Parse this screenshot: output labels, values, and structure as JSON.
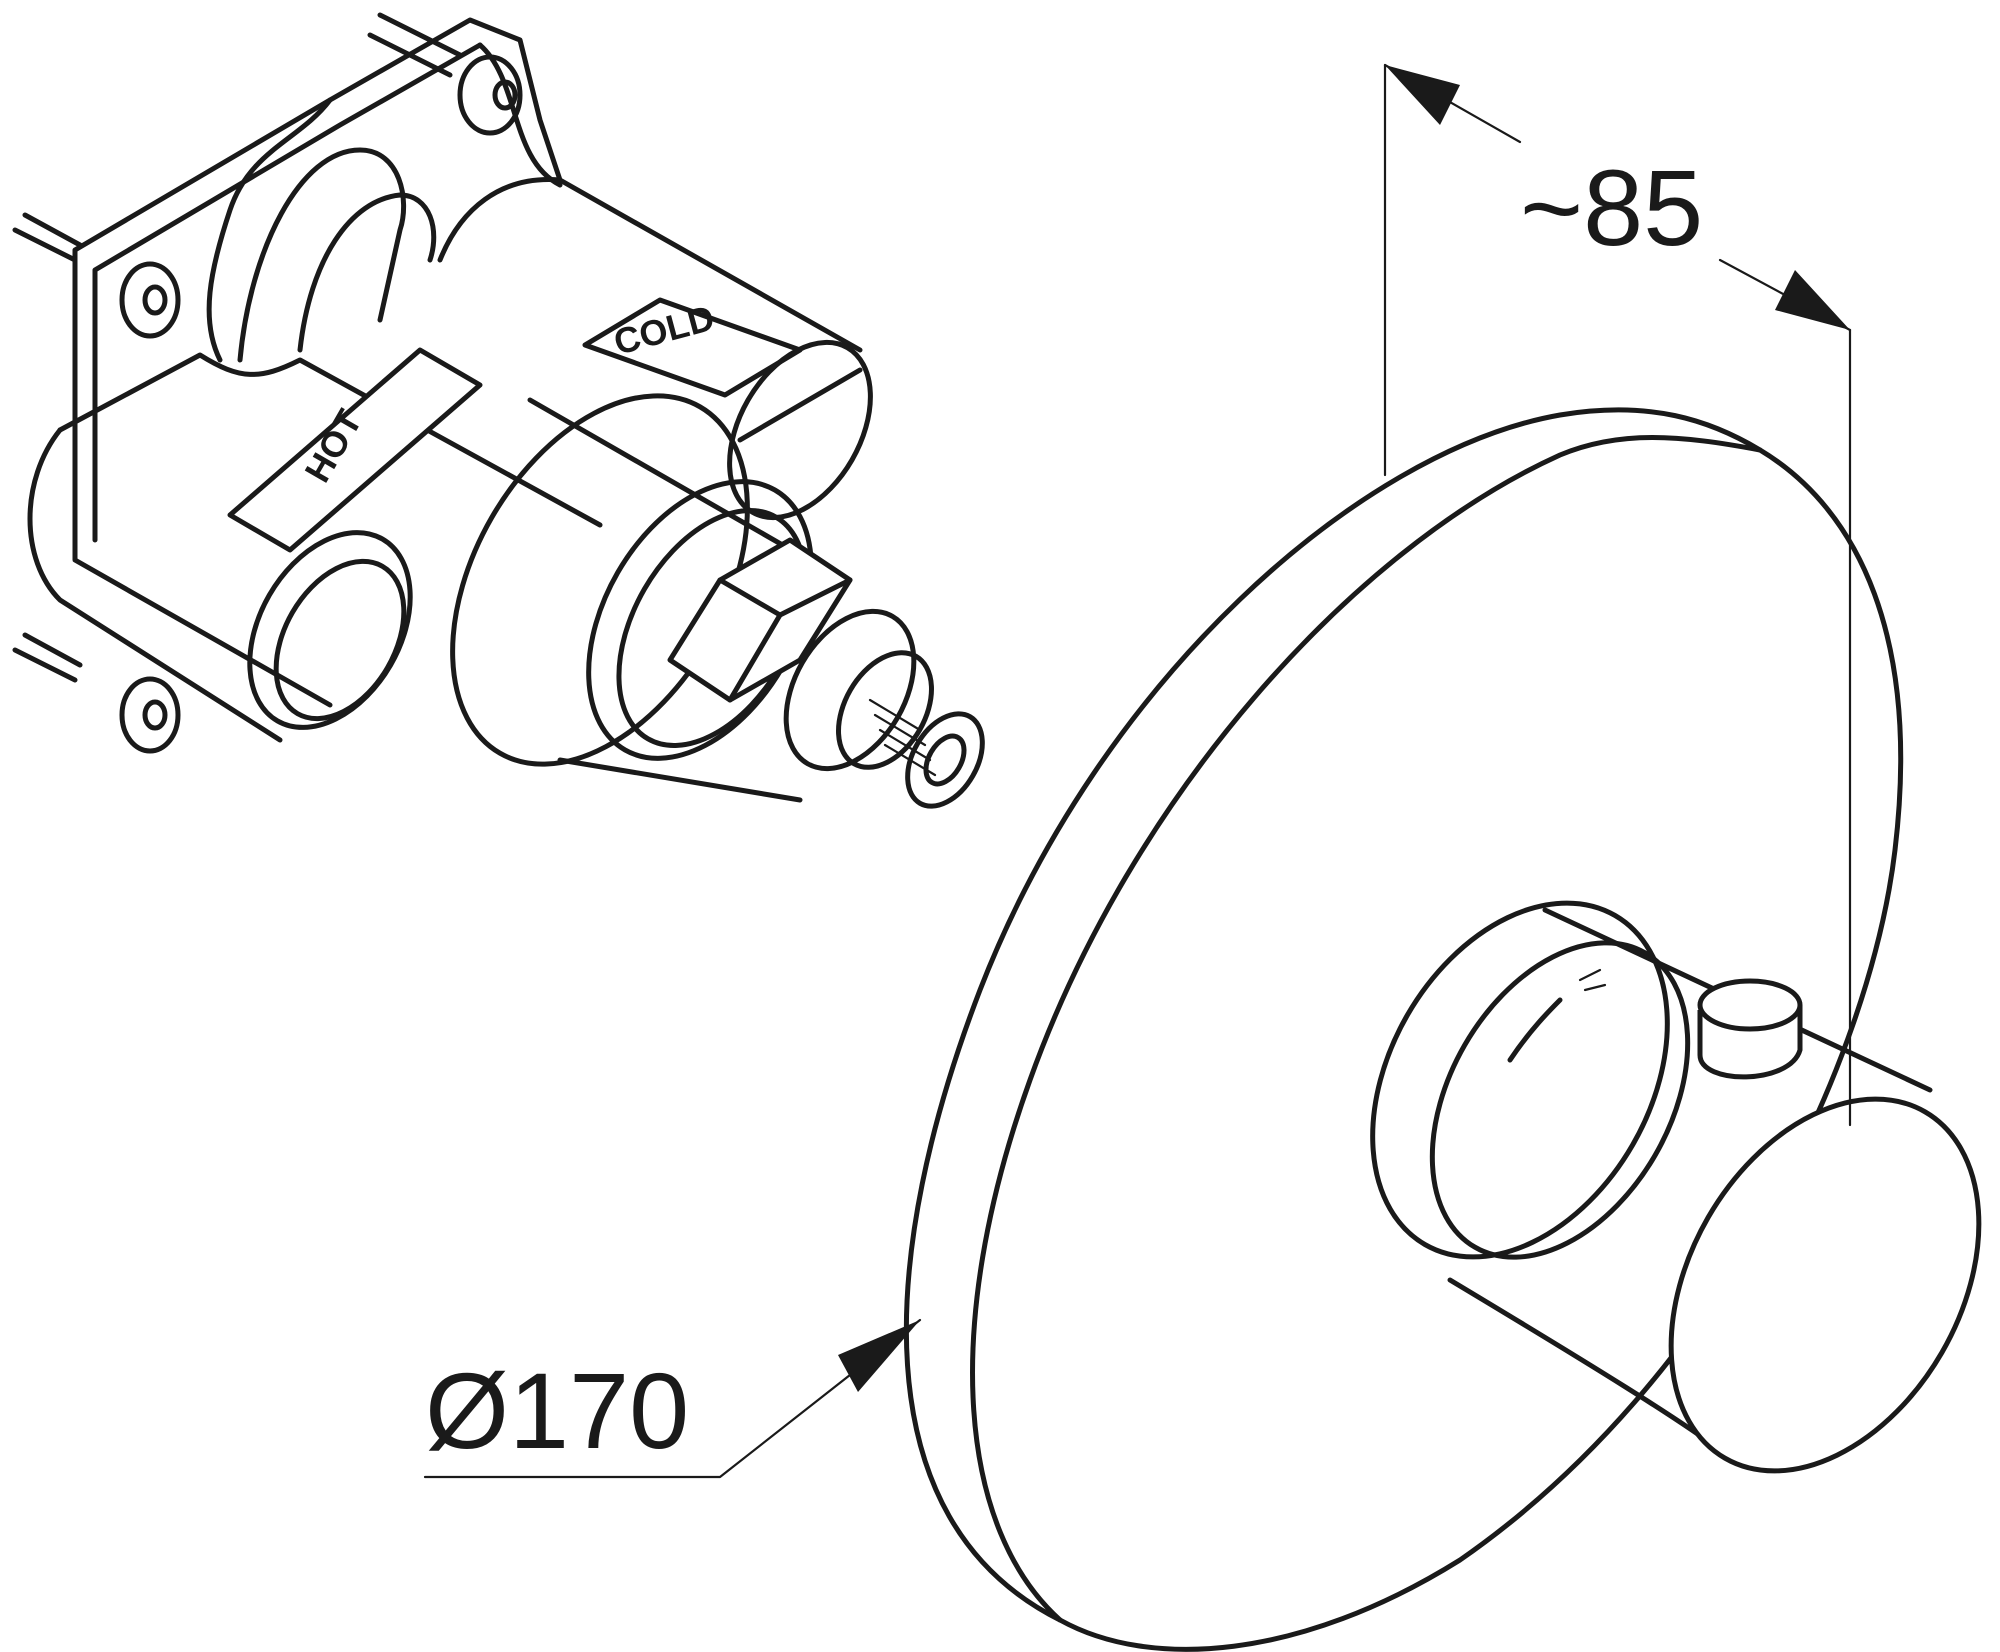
{
  "dimensions": {
    "depth": "~85",
    "diameter": "Ø170"
  },
  "valve_labels": {
    "hot": "HOT",
    "cold": "COLD"
  }
}
